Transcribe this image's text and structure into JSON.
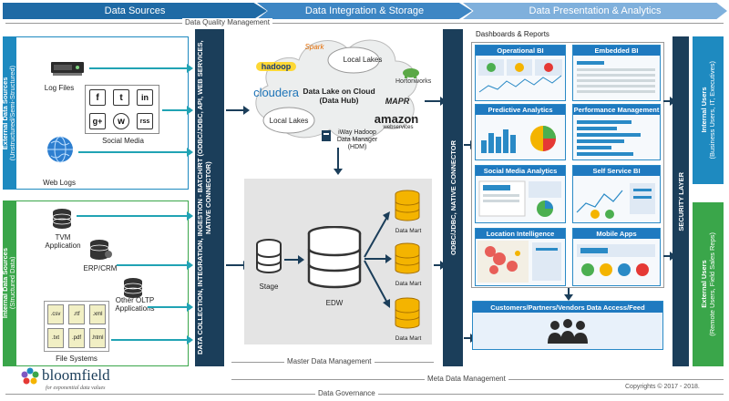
{
  "banners": {
    "sources": "Data Sources",
    "integration": "Data Integration & Storage",
    "presentation": "Data Presentation & Analytics"
  },
  "management": {
    "quality": "Data Quality Management",
    "master": "Master Data Management",
    "meta": "Meta Data Management",
    "governance": "Data Governance"
  },
  "sources": {
    "external_title": "External Data Sources",
    "external_sub": "(Unstructured/Semi-Structured)",
    "internal_title": "Internal Data Sources",
    "internal_sub": "(Structured Data)",
    "log_files": "Log Files",
    "social_media": "Social Media",
    "web_logs": "Web Logs",
    "tvm_app": "TVM Application",
    "erp_crm": "ERP/CRM",
    "other_oltp": "Other OLTP Applications",
    "file_systems": "File Systems",
    "files": [
      ".csv",
      ".rtf",
      ".xml",
      ".txt",
      ".pdf",
      ".html"
    ],
    "social_icons": [
      "f",
      "t",
      "in",
      "g+",
      "w",
      "rss"
    ]
  },
  "collection_bar": "DATA COLLECTION, INTEGRATION, INGESTION - BATCH/RT (ODBC/JDBC, API, WEB SERVICES, NATIVE CONNECTOR)",
  "lake": {
    "title": "Data Lake on Cloud",
    "subtitle": "(Data Hub)",
    "local_lakes_1": "Local Lakes",
    "local_lakes_2": "Local Lakes",
    "spark": "Spark",
    "hadoop": "hadoop",
    "cloudera": "cloudera",
    "hortonworks": "Hortonworks",
    "mapr": "MAPR",
    "amazon": "amazon",
    "aws": "webservices",
    "iway": "iWay Hadoop Data Manager (HDM)"
  },
  "storage": {
    "stage": "Stage",
    "edw": "EDW",
    "mart1": "Data Mart",
    "mart2": "Data Mart",
    "mart3": "Data Mart"
  },
  "odbc_bar": "ODBC/JDBC, NATIVE CONNECTOR",
  "dashboards": {
    "heading": "Dashboards & Reports",
    "tiles": [
      "Operational BI",
      "Embedded BI",
      "Predictive Analytics",
      "Performance Management",
      "Social Media Analytics",
      "Self Service BI",
      "Location Intelligence",
      "Mobile Apps"
    ]
  },
  "customers": "Customers/Partners/Vendors Data Access/Feed",
  "security_bar": "SECURITY LAYER",
  "users": {
    "internal_title": "Internal Users",
    "internal_sub": "(Business Users, IT, Executives)",
    "external_title": "External Users",
    "external_sub": "(Remote Users, Field Sales Reps)"
  },
  "brand": {
    "name": "bloomfield",
    "tagline": "for exponential data values"
  },
  "copyright": "Copyrights © 2017 - 2018.",
  "colors": {
    "dark_navy": "#1b3e5a",
    "teal": "#21a3b4",
    "blue": "#1e8ac0",
    "green": "#3aa64a"
  }
}
